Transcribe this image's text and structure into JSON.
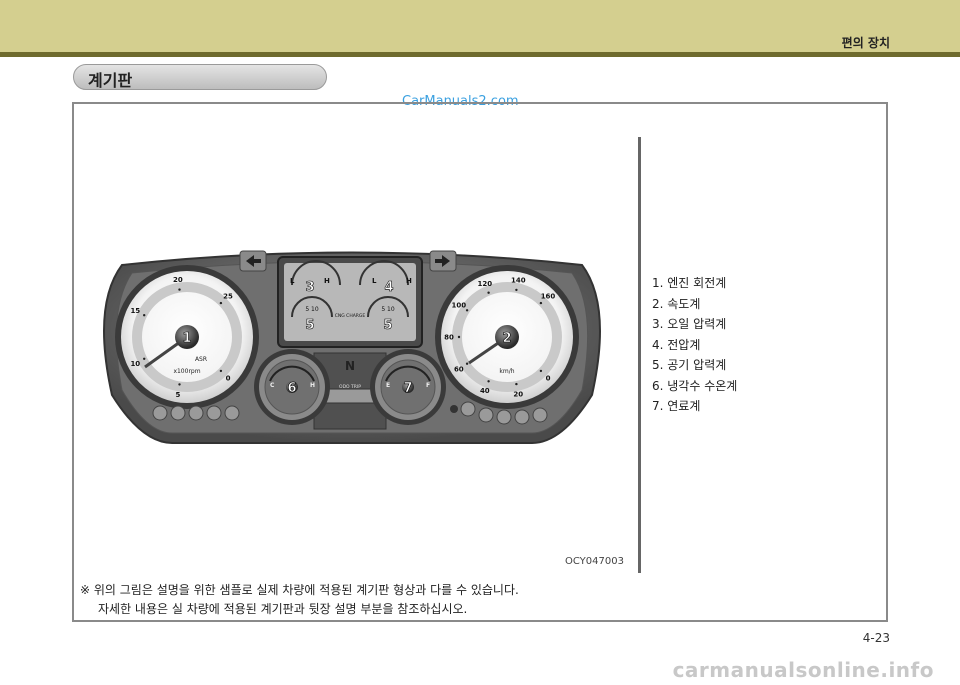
{
  "header": {
    "title": "편의 장치"
  },
  "section": {
    "title": "계기판"
  },
  "watermark_top": "CarManuals2.com",
  "figure": {
    "code": "OCY047003",
    "callouts": [
      "1",
      "2",
      "3",
      "4",
      "5",
      "5",
      "6",
      "7"
    ],
    "tacho": {
      "ticks": [
        "0",
        "5",
        "10",
        "15",
        "20",
        "25"
      ],
      "unit": "x100rpm",
      "badge": "ASR"
    },
    "speedo": {
      "ticks": [
        "0",
        "20",
        "40",
        "60",
        "80",
        "100",
        "120",
        "140",
        "160"
      ],
      "unit": "km/h"
    },
    "center": {
      "gear": "N",
      "odo": "ODO TRIP",
      "cng": "CNG CHARGE",
      "L": "L",
      "H": "H",
      "C": "C",
      "E": "E",
      "F": "F",
      "scale": "5 10"
    }
  },
  "legend": {
    "items": [
      "1. 엔진 회전계",
      "2. 속도계",
      "3. 오일 압력계",
      "4. 전압계",
      "5. 공기 압력계",
      "6. 냉각수 수온계",
      "7. 연료계"
    ]
  },
  "note": {
    "line1": "※  위의 그림은 설명을 위한 샘플로 실제 차량에 적용된 계기판 형상과 다를 수 있습니다.",
    "line2": "자세한 내용은 실 차량에 적용된 계기판과 뒷장 설명 부분을 참조하십시오."
  },
  "page_number": "4-23",
  "watermark_bottom": "carmanualsonline.info"
}
